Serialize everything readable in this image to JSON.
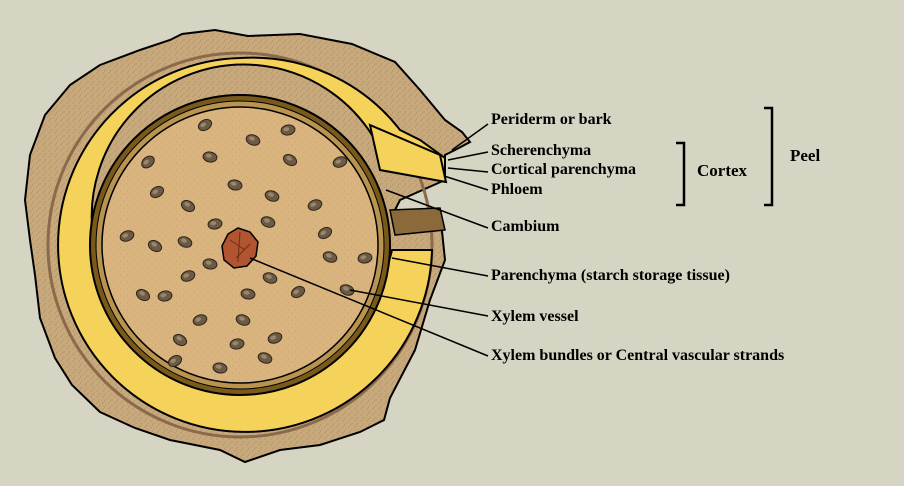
{
  "diagram": {
    "labels": {
      "periderm": "Periderm or bark",
      "sclerenchyma": "Scherenchyma",
      "cortical_parenchyma": "Cortical parenchyma",
      "phloem": "Phloem",
      "cambium": "Cambium",
      "parenchyma": "Parenchyma (starch storage tissue)",
      "xylem_vessel": "Xylem vessel",
      "xylem_bundles": "Xylem bundles or Central vascular strands"
    },
    "groups": {
      "cortex": "Cortex",
      "peel": "Peel"
    }
  },
  "colors": {
    "background": "#d6d4c2",
    "bark": "#c8a97c",
    "cortex_yellow": "#f5d25a",
    "cambium_ring": "#7a5a1a",
    "core": "#d7b27c",
    "xylem_vessel": "#6b5a45",
    "central_strand": "#b0552f",
    "outline": "#000000"
  }
}
